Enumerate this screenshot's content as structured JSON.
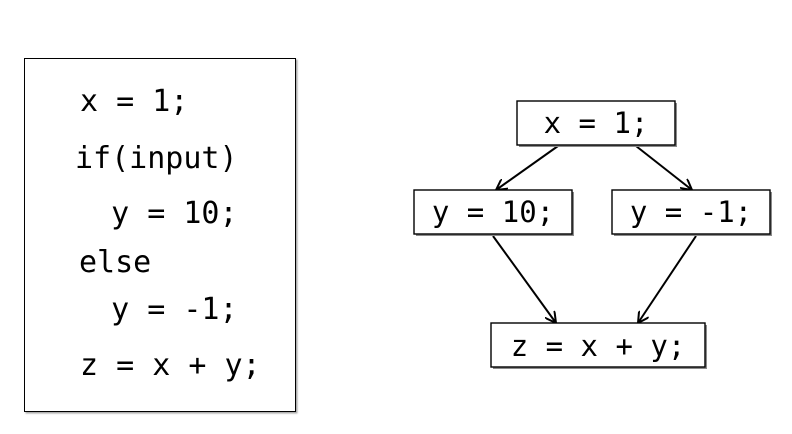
{
  "code": {
    "lines": [
      "x = 1;",
      "if(input)",
      "  y = 10;",
      "else",
      "  y = -1;",
      "z = x + y;"
    ]
  },
  "cfg": {
    "nodes": {
      "entry": "x = 1;",
      "then": "y = 10;",
      "else": "y = -1;",
      "join": "z = x + y;"
    }
  }
}
